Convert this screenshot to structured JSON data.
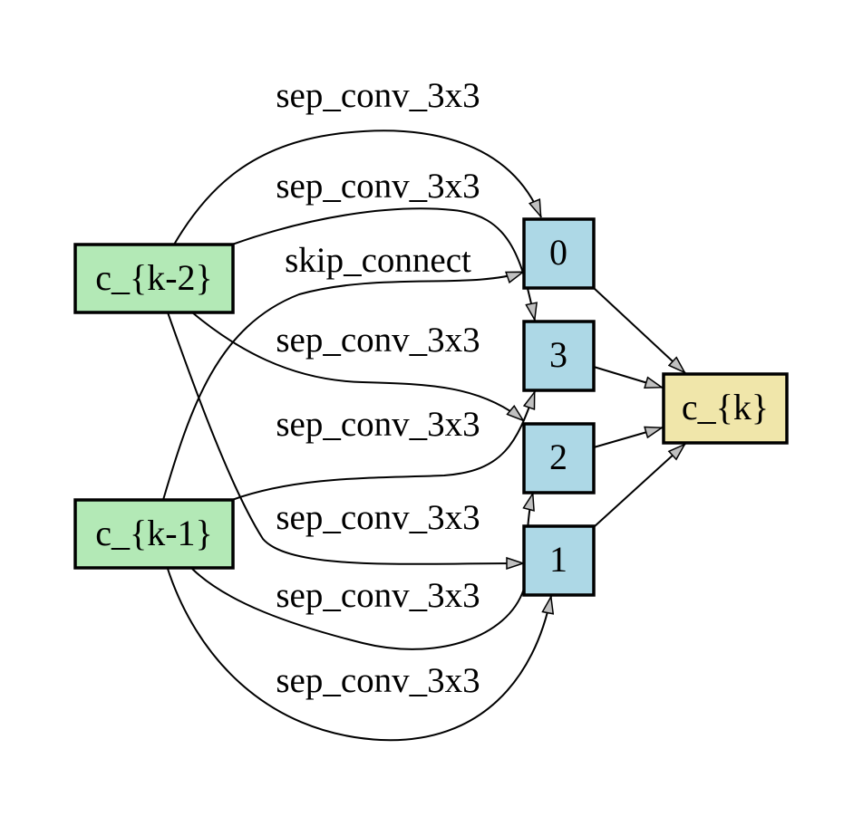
{
  "colors": {
    "input_node": "#b3e9b6",
    "intermediate_node": "#add8e6",
    "output_node": "#f0e6aa",
    "edge_stroke": "#000000",
    "arrowhead_fill": "#c0c0c0"
  },
  "nodes": {
    "ck2": {
      "label": "c_{k-2}"
    },
    "ck1": {
      "label": "c_{k-1}"
    },
    "n0": {
      "label": "0"
    },
    "n1": {
      "label": "1"
    },
    "n2": {
      "label": "2"
    },
    "n3": {
      "label": "3"
    },
    "ck": {
      "label": "c_{k}"
    }
  },
  "edges": [
    {
      "from": "c_{k-2}",
      "to": "0",
      "label": "sep_conv_3x3"
    },
    {
      "from": "c_{k-2}",
      "to": "3",
      "label": "sep_conv_3x3"
    },
    {
      "from": "c_{k-1}",
      "to": "0",
      "label": "skip_connect"
    },
    {
      "from": "c_{k-2}",
      "to": "2",
      "label": "sep_conv_3x3"
    },
    {
      "from": "c_{k-1}",
      "to": "3",
      "label": "sep_conv_3x3"
    },
    {
      "from": "c_{k-2}",
      "to": "1",
      "label": "sep_conv_3x3"
    },
    {
      "from": "c_{k-1}",
      "to": "2",
      "label": "sep_conv_3x3"
    },
    {
      "from": "c_{k-1}",
      "to": "1",
      "label": "sep_conv_3x3"
    },
    {
      "from": "0",
      "to": "c_{k}",
      "label": ""
    },
    {
      "from": "3",
      "to": "c_{k}",
      "label": ""
    },
    {
      "from": "2",
      "to": "c_{k}",
      "label": ""
    },
    {
      "from": "1",
      "to": "c_{k}",
      "label": ""
    }
  ]
}
